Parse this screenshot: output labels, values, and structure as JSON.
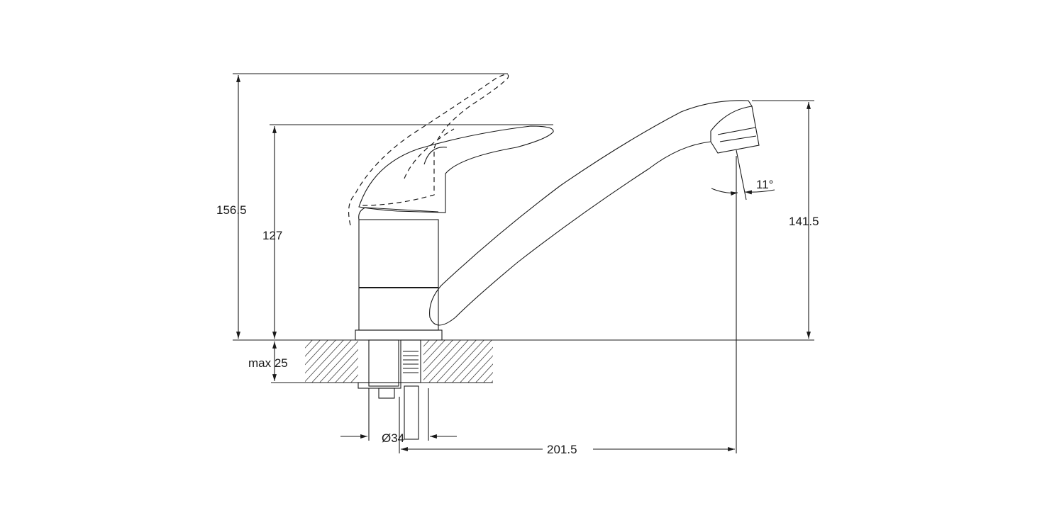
{
  "dimensions": {
    "total_height": "156.5",
    "lever_height": "127",
    "spout_height": "141.5",
    "max_thickness": "max 25",
    "diameter": "Ø34",
    "reach": "201.5",
    "angle": "11°"
  }
}
